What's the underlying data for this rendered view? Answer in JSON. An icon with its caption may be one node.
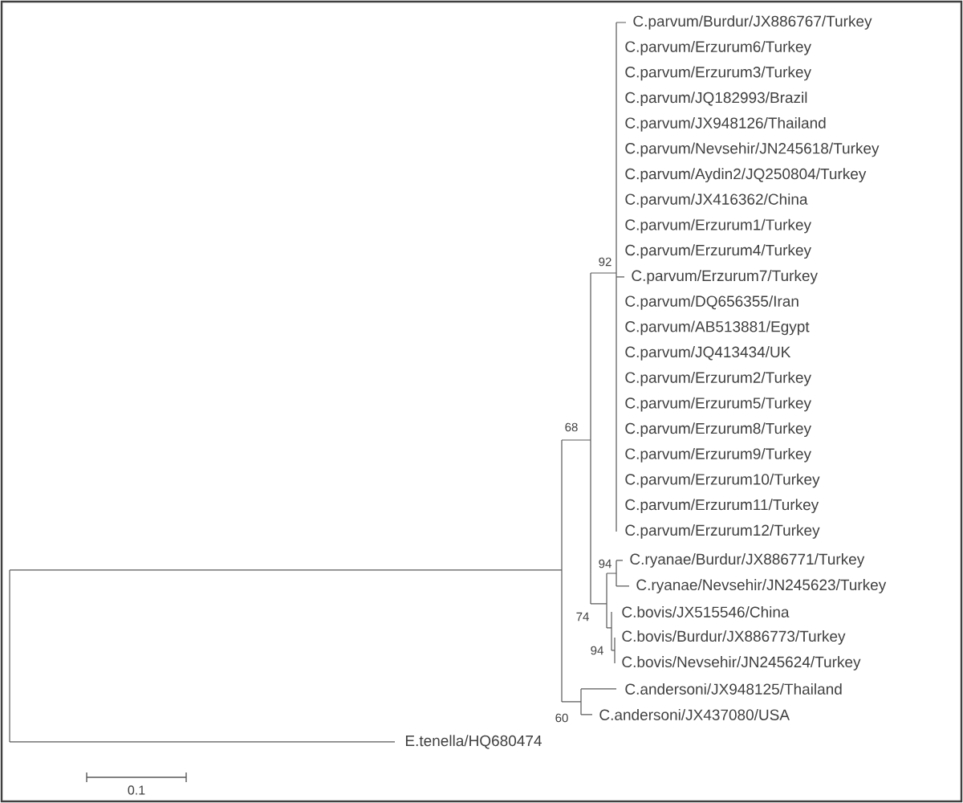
{
  "diagram": {
    "labels": [
      "C.parvum/Burdur/JX886767/Turkey",
      "C.parvum/Erzurum6/Turkey",
      "C.parvum/Erzurum3/Turkey",
      "C.parvum/JQ182993/Brazil",
      "C.parvum/JX948126/Thailand",
      "C.parvum/Nevsehir/JN245618/Turkey",
      "C.parvum/Aydin2/JQ250804/Turkey",
      "C.parvum/JX416362/China",
      "C.parvum/Erzurum1/Turkey",
      "C.parvum/Erzurum4/Turkey",
      "92",
      "C.parvum/Erzurum7/Turkey",
      "C.parvum/DQ656355/Iran",
      "C.parvum/AB513881/Egypt",
      "C.parvum/JQ413434/UK",
      "C.parvum/Erzurum2/Turkey",
      "C.parvum/Erzurum5/Turkey",
      "68",
      "C.parvum/Erzurum8/Turkey",
      "C.parvum/Erzurum9/Turkey",
      "C.parvum/Erzurum10/Turkey",
      "C.parvum/Erzurum11/Turkey",
      "C.parvum/Erzurum12/Turkey",
      "94",
      "C.ryanae/Burdur/JX886771/Turkey",
      "C.ryanae/Nevsehir/JN245623/Turkey",
      "C.bovis/JX515546/China",
      "74",
      "C.bovis/Burdur/JX886773/Turkey",
      "94",
      "C.bovis/Nevsehir/JN245624/Turkey",
      "C.andersoni/JX948125/Thailand",
      "60",
      "C.andersoni/JX437080/USA",
      "E.tenella/HQ680474",
      "0.1"
    ]
  }
}
